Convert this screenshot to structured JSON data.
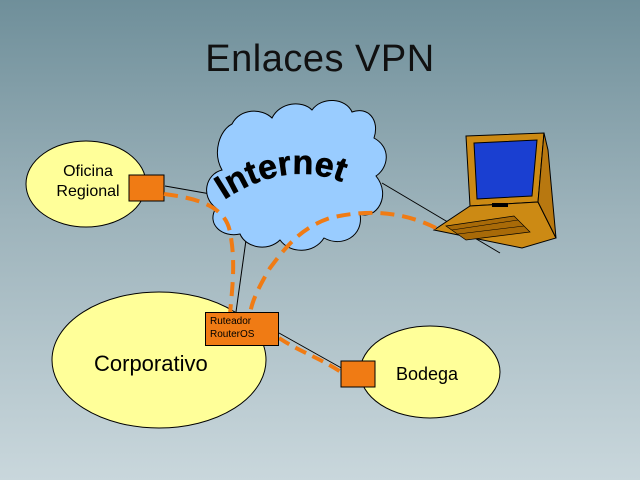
{
  "slide": {
    "title": "Enlaces VPN"
  },
  "nodes": {
    "oficina_line1": "Oficina",
    "oficina_line2": "Regional",
    "corporativo": "Corporativo",
    "bodega": "Bodega",
    "internet": "Internet"
  },
  "router": {
    "line1": "Ruteador",
    "line2": "RouterOS"
  },
  "colors": {
    "background_top": "#6f8f9a",
    "ellipse_fill": "#ffff99",
    "cloud_fill": "#99ccff",
    "router_fill": "#f07b14",
    "vpn_dash": "#f07b14",
    "laptop_body": "#cc8a14",
    "laptop_screen": "#1a3fd1"
  }
}
